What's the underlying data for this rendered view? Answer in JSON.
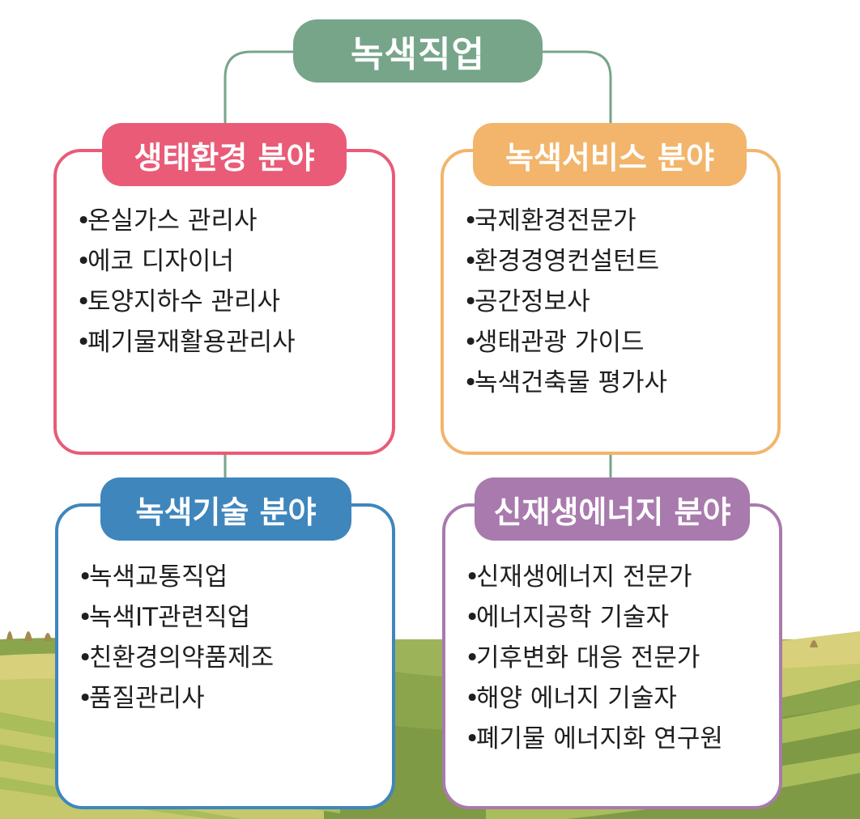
{
  "root": {
    "label": "녹색직업"
  },
  "colors": {
    "root": "#77a58a",
    "ecology": "#e95b77",
    "service": "#f2b56b",
    "tech": "#3f86bd",
    "renewable": "#a97aad",
    "connector": "#77a58a"
  },
  "bullet": "•",
  "fields": [
    {
      "title": "생태환경 분야",
      "items": [
        "온실가스 관리사",
        "에코 디자이너",
        "토양지하수 관리사",
        "폐기물재활용관리사"
      ]
    },
    {
      "title": "녹색서비스 분야",
      "items": [
        "국제환경전문가",
        "환경경영컨설턴트",
        "공간정보사",
        "생태관광 가이드",
        "녹색건축물 평가사"
      ]
    },
    {
      "title": "녹색기술 분야",
      "items": [
        "녹색교통직업",
        "녹색IT관련직업",
        "친환경의약품제조",
        "품질관리사"
      ]
    },
    {
      "title": "신재생에너지 분야",
      "items": [
        "신재생에너지 전문가",
        "에너지공학 기술자",
        "기후변화 대응 전문가",
        "해양 에너지 기술자",
        "폐기물 에너지화 연구원"
      ]
    }
  ]
}
